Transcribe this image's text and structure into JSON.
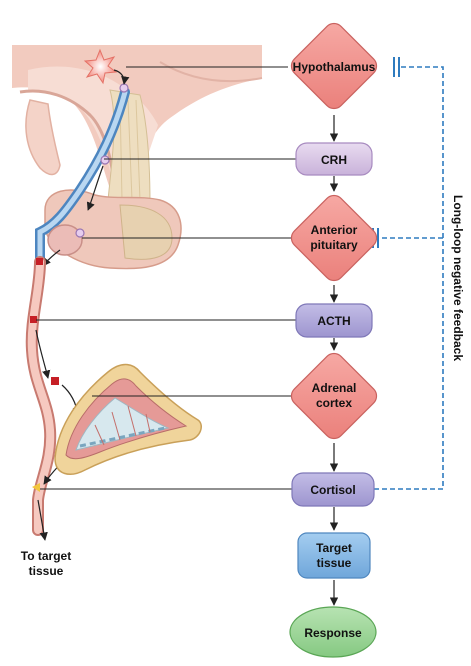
{
  "nodes": {
    "hypothalamus": "Hypothalamus",
    "crh": "CRH",
    "anterior_pituitary_line1": "Anterior",
    "anterior_pituitary_line2": "pituitary",
    "acth": "ACTH",
    "adrenal_cortex_line1": "Adrenal",
    "adrenal_cortex_line2": "cortex",
    "cortisol": "Cortisol",
    "target_tissue_line1": "Target",
    "target_tissue_line2": "tissue",
    "response": "Response"
  },
  "labels": {
    "feedback": "Long-loop negative feedback",
    "to_target_line1": "To target",
    "to_target_line2": "tissue"
  },
  "colors": {
    "diamond_fill": "#f0948f",
    "diamond_stroke": "#c9625f",
    "hormone_purple_fill": "#d6c3e3",
    "hormone_violet_fill": "#aca6d8",
    "target_fill": "#86b8e5",
    "response_fill": "#9fd59b",
    "feedback_line": "#2e7bbf"
  }
}
